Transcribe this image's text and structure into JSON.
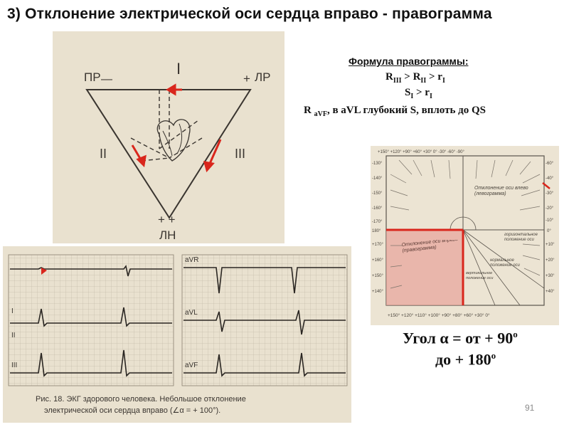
{
  "title": "3) Отклонение электрической оси сердца вправо - правограмма",
  "formula": {
    "heading": "Формула правограммы:",
    "line1": {
      "r3": "R",
      "r3_sub": "III",
      "gt1": " > R",
      "r2_sub": "II",
      "gt2": " > r",
      "r1_sub": "I"
    },
    "line2": {
      "s": "S",
      "s_sub": "I",
      "gt": " > r",
      "r_sub": "I"
    },
    "line3": {
      "r": "R ",
      "r_sub": "aVF",
      "rest": ",  в aVL глубокий S, вплоть до QS"
    }
  },
  "triangle": {
    "lead_top": "I",
    "lead_left": "II",
    "lead_right": "III",
    "vertex_left": "ПР",
    "vertex_right": "ЛР",
    "vertex_bottom": "ЛН",
    "sign_minus": "—",
    "sign_plus": "+",
    "sign_plus_plus": "+ +",
    "arrow_color": "#d9261c"
  },
  "ecg": {
    "leads_left": [
      "I",
      "II",
      "III"
    ],
    "leads_right": [
      "aVR",
      "aVL",
      "aVF"
    ],
    "caption_line1": "Рис. 18. ЭКГ здорового человека. Небольшое отклонение",
    "caption_line2": "электрической оси сердца вправо (∠α = + 100°)."
  },
  "axis_chart": {
    "top_scale": "+150° +120° +90° +60° +30° 0° -30° -60° -90°",
    "bottom_scale": "+150° +120° +110° +100° +90° +80° +60° +30° 0°",
    "left_scale": [
      "-130°",
      "-140°",
      "-150°",
      "-160°",
      "-170°",
      "180°",
      "+170°",
      "+160°",
      "+150°",
      "+140°"
    ],
    "right_scale": [
      "-60°",
      "-40°",
      "-30°",
      "-20°",
      "-10°",
      "0°",
      "+10°",
      "+20°",
      "+30°",
      "+40°"
    ],
    "zone_left_upper": "Отклонение оси вправо (правограмма)",
    "zone_right_upper": "Отклонение оси влево (левограмма)",
    "zone_horizontal": "горизонтальное положение оси",
    "zone_normal": "нормальное положение оси",
    "zone_vertical": "вертикальное положение оси",
    "highlight_color": "#d9261c"
  },
  "angle_text": {
    "line1_prefix": "Угол α = от + 90",
    "line2_prefix": "до + 180",
    "degree": "о"
  },
  "page_number": "91"
}
